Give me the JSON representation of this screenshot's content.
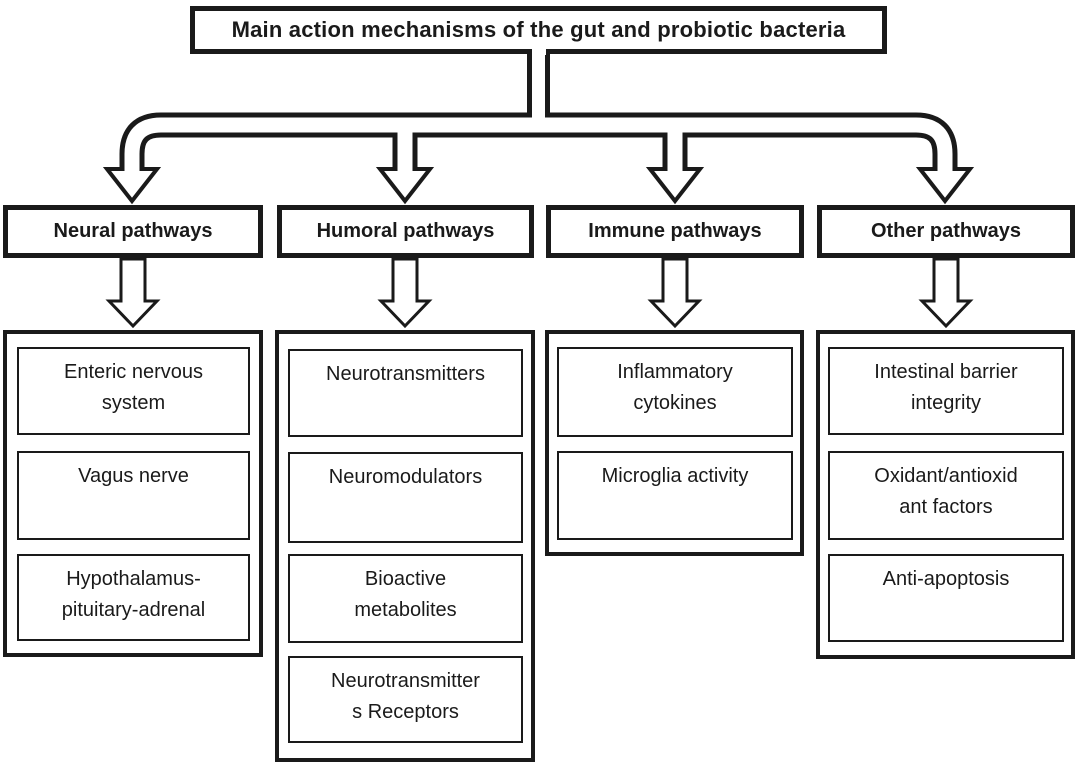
{
  "title": "Main action mechanisms of the gut and probiotic bacteria",
  "diagram": {
    "columns": [
      {
        "header": "Neural pathways",
        "items": [
          "Enteric nervous\nsystem",
          "Vagus nerve",
          "Hypothalamus-\npituitary-adrenal"
        ]
      },
      {
        "header": "Humoral pathways",
        "items": [
          "Neurotransmitters",
          "Neuromodulators",
          "Bioactive\nmetabolites",
          "Neurotransmitter\ns Receptors"
        ]
      },
      {
        "header": "Immune pathways",
        "items": [
          "Inflammatory\ncytokines",
          "Microglia activity"
        ]
      },
      {
        "header": "Other pathways",
        "items": [
          "Intestinal barrier\nintegrity",
          "Oxidant/antioxid\nant factors",
          "Anti-apoptosis"
        ]
      }
    ]
  },
  "colors": {
    "line": "#1a1a1a",
    "background": "#ffffff",
    "box_fill": "#ffffff"
  }
}
